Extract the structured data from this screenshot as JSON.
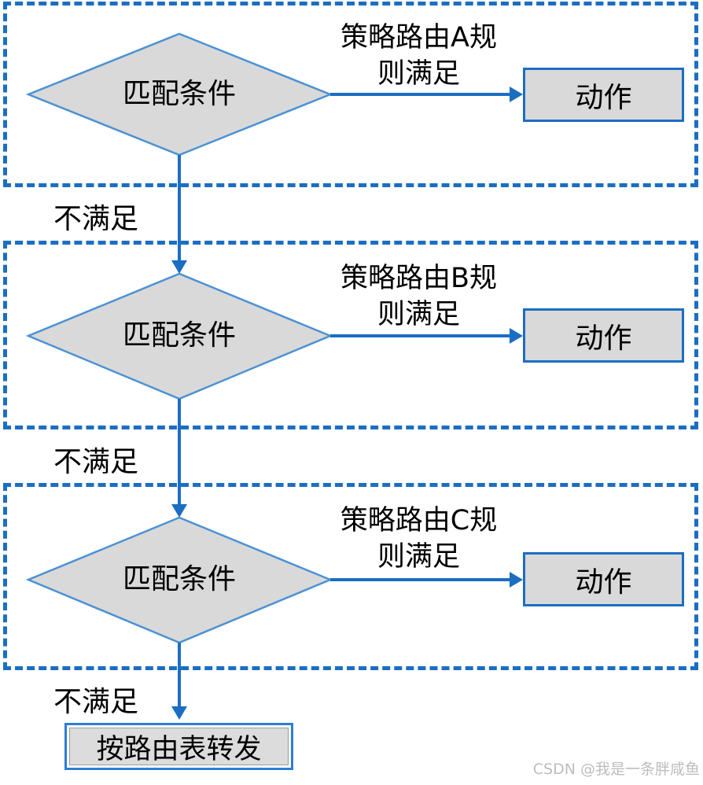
{
  "diagram": {
    "type": "flowchart",
    "sections": [
      {
        "name": "policy-route-rule-a",
        "condition": "匹配条件",
        "rule_line1": "策略路由A规",
        "rule_line2": "则满足",
        "action": "动作",
        "fallthrough": "不满足"
      },
      {
        "name": "policy-route-rule-b",
        "condition": "匹配条件",
        "rule_line1": "策略路由B规",
        "rule_line2": "则满足",
        "action": "动作",
        "fallthrough": "不满足"
      },
      {
        "name": "policy-route-rule-c",
        "condition": "匹配条件",
        "rule_line1": "策略路由C规",
        "rule_line2": "则满足",
        "action": "动作",
        "fallthrough": "不满足"
      }
    ],
    "final_action": "按路由表转发",
    "watermark": "CSDN @我是一条胖咸鱼",
    "colors": {
      "dashed_border": "#1b6ec2",
      "connector": "#1b6ec2",
      "diamond_border": "#4b92d4",
      "shape_fill": "#d9d9d9",
      "final_box_border": "#2b7fd4",
      "watermark_text": "#bdbdbd"
    }
  }
}
